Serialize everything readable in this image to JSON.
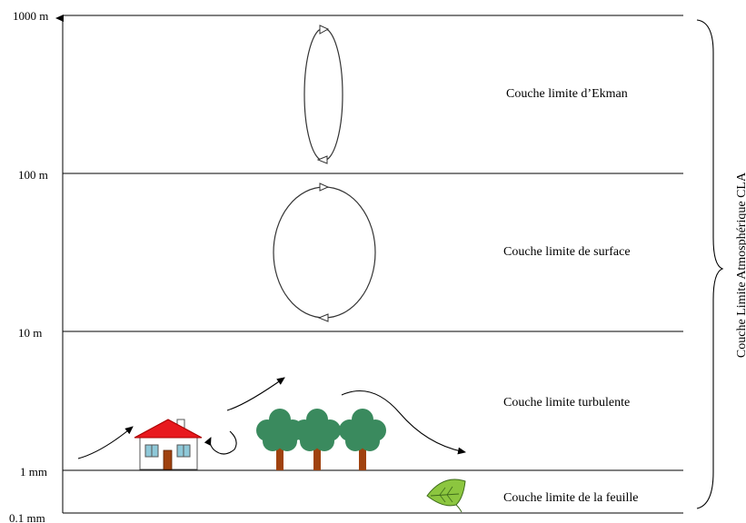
{
  "scale_labels": {
    "h1000m": "1000 m",
    "h100m": "100 m",
    "h10m": "10 m",
    "h1mm": "1 mm",
    "h01mm": "0.1 mm"
  },
  "layers": {
    "ekman": "Couche limite d’Ekman",
    "surface": "Couche limite de surface",
    "turbulent": "Couche limite turbulente",
    "leaf": "Couche limite de la feuille"
  },
  "side_label": "Couche Limite Atmosphérique CLA",
  "colors": {
    "roof": "#e8191e",
    "tree_foliage": "#3a8a5e",
    "tree_trunk": "#a0420f",
    "leaf": "#8cc63f",
    "door": "#a0420f",
    "window": "#8ec8d8"
  }
}
